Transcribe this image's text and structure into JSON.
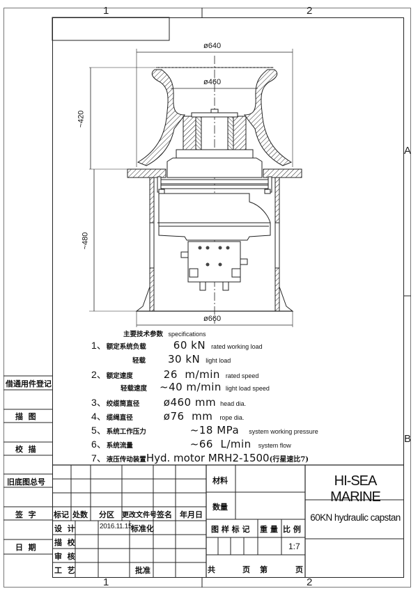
{
  "frame": {
    "zone_columns": [
      "1",
      "2"
    ],
    "zone_rows": [
      "A",
      "B"
    ]
  },
  "drawing": {
    "dimensions": {
      "top_diameter": "ø640",
      "head_diameter": "ø460",
      "base_diameter": "ø660",
      "upper_height": "~420",
      "lower_height": "~480"
    }
  },
  "specifications": {
    "title_cn": "主要技术参数",
    "title_en": "specifications",
    "items": [
      {
        "num": "1、",
        "label_cn": "额定系统负载",
        "value": "60 kN",
        "label_en": "rated working load"
      },
      {
        "num": "",
        "label_cn": "轻载",
        "value": "30 kN",
        "label_en": "light load"
      },
      {
        "num": "2、",
        "label_cn": "额定速度",
        "value": "26  m/min",
        "label_en": "rated speed"
      },
      {
        "num": "",
        "label_cn": "轻载速度",
        "value": "~40 m/min",
        "label_en": "light load speed"
      },
      {
        "num": "3、",
        "label_cn": "绞缆筒直径",
        "value": "ø460 mm",
        "label_en": "head dia."
      },
      {
        "num": "4、",
        "label_cn": "缆绳直径",
        "value": "ø76  mm",
        "label_en": "rope dia."
      },
      {
        "num": "5、",
        "label_cn": "系统工作压力",
        "value": "~18 MPa",
        "label_en": "system working pressure"
      },
      {
        "num": "6、",
        "label_cn": "系统流量",
        "value": "~66  L/min",
        "label_en": "system flow"
      },
      {
        "num": "7、",
        "label_cn": "液压传动装置",
        "value": "Hyd. motor MRH2-1500",
        "label_en": "(行星速比7)"
      }
    ]
  },
  "side_column": {
    "labels": [
      "借通用件登记",
      "描  图",
      "校  描",
      "旧底图总号",
      "签  字",
      "日  期"
    ]
  },
  "revision_table": {
    "headers": [
      "标记",
      "处数",
      "分区",
      "更改文件号",
      "签名",
      "年月日"
    ],
    "rows": [
      {
        "role": "设  计",
        "date": "2016.11.15",
        "std": "标准化"
      },
      {
        "role": "描  校",
        "date": "",
        "std": ""
      },
      {
        "role": "审  核",
        "date": "",
        "std": ""
      },
      {
        "role": "工  艺",
        "date": "",
        "std": "批准"
      }
    ]
  },
  "title_block": {
    "material_label": "材料",
    "quantity_label": "数量",
    "drawing_mark_label": "图 样 标 记",
    "weight_label": "重 量",
    "scale_label": "比 例",
    "scale_value": "1:7",
    "page_total_label": "共",
    "page_label": "页",
    "page_num_label": "第",
    "page_label2": "页",
    "company": "HI-SEA MARINE",
    "product": "60KN hydraulic capstan"
  }
}
